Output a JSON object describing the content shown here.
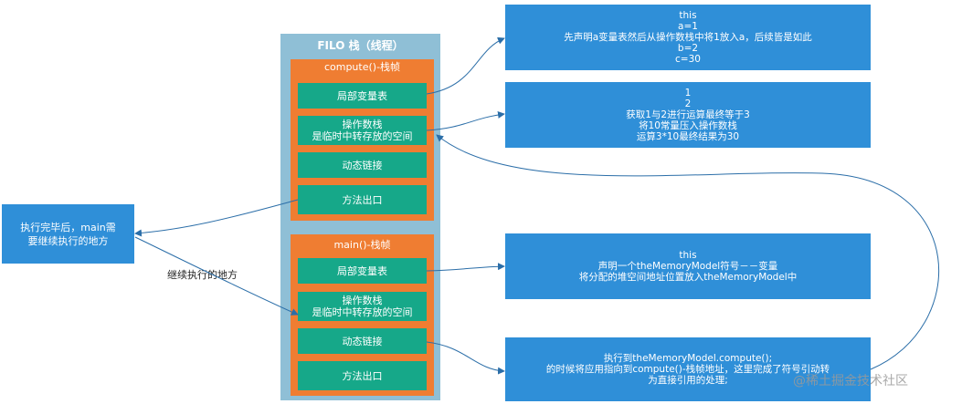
{
  "stack": {
    "title": "FILO 栈（线程）"
  },
  "compute_frame": {
    "title": "compute()-栈帧",
    "slots": {
      "locals": "局部变量表",
      "operand_line1": "操作数栈",
      "operand_line2": "是临时中转存放的空间",
      "dynamic_link": "动态链接",
      "return_addr": "方法出口"
    }
  },
  "main_frame": {
    "title": "main()-栈帧",
    "slots": {
      "locals": "局部变量表",
      "operand_line1": "操作数栈",
      "operand_line2": "是临时中转存放的空间",
      "dynamic_link": "动态链接",
      "return_addr": "方法出口"
    }
  },
  "notes": {
    "compute_locals": [
      "this",
      "a=1",
      "先声明a变量表然后从操作数栈中将1放入a，后续皆是如此",
      "b=2",
      "c=30"
    ],
    "compute_operand": [
      "1",
      "2",
      "获取1与2进行运算最终等于3",
      "将10常量压入操作数栈",
      "运算3*10最终结果为30"
    ],
    "main_locals": [
      "this",
      "声明一个theMemoryModel符号－－变量",
      "将分配的堆空间地址位置放入theMemoryModel中"
    ],
    "main_dynamic": [
      "执行到theMemoryModel.compute();",
      "的时候将应用指向到compute()-栈帧地址，这里完成了符号引动转",
      "为直接引用的处理;"
    ]
  },
  "left_box": {
    "line1": "执行完毕后，main需",
    "line2": "要继续执行的地方"
  },
  "edge_label": "继续执行的地方",
  "watermark": "@稀土掘金技术社区",
  "colors": {
    "stack_bg": "#8fbfd6",
    "frame_bg": "#ef7d32",
    "slot_bg": "#16a889",
    "note_bg": "#2f8fd8",
    "connector": "#2b6ea8"
  }
}
